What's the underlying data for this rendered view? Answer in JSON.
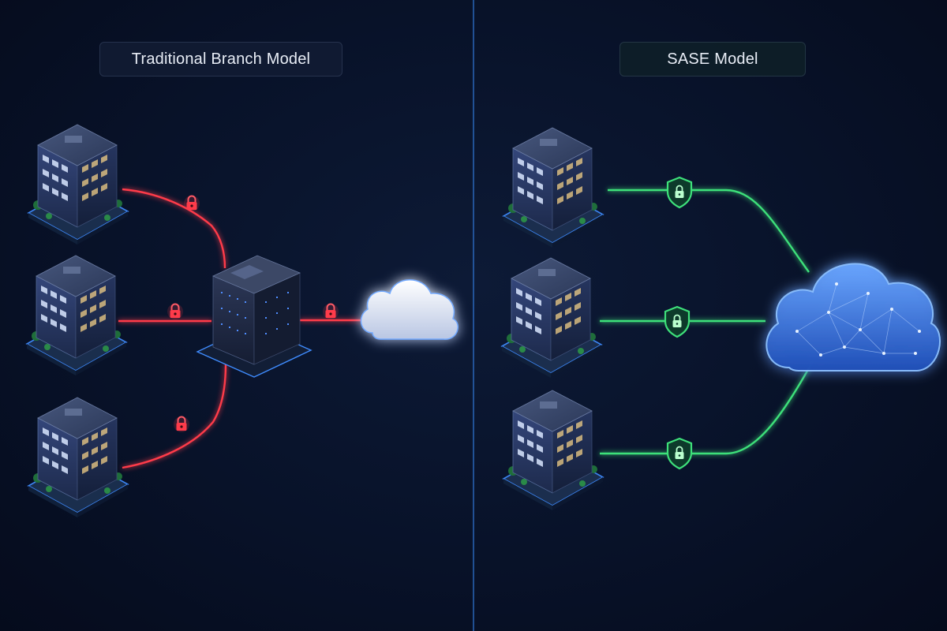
{
  "left_panel": {
    "title": "Traditional Branch Model",
    "branch_count": 3,
    "link_color": "#ff3b4a",
    "icon": "lock-icon"
  },
  "right_panel": {
    "title": "SASE Model",
    "branch_count": 3,
    "link_color": "#3ee07a",
    "icon": "shield-lock-icon"
  },
  "colors": {
    "background": "#081229",
    "divider": "#2f74d0",
    "building": "#2a3a63",
    "cloud_left": "#dfe6f5",
    "cloud_right": "#3d7be6"
  }
}
